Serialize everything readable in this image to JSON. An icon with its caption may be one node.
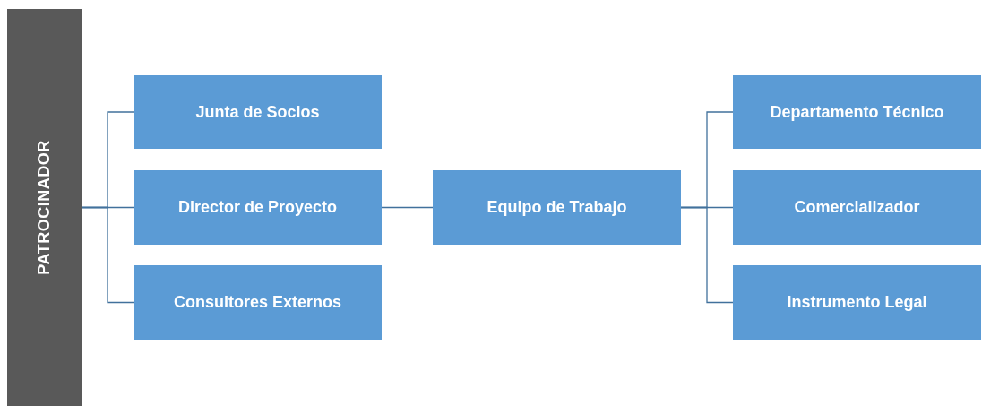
{
  "diagram": {
    "nodes": [
      {
        "text": [
          "PATROCINADOR"
        ]
      },
      {
        "text": [
          "Junta de Socios"
        ]
      },
      {
        "text": [
          "Director de Proyecto"
        ]
      },
      {
        "text": [
          "Consultores Externos"
        ]
      },
      {
        "text": [
          "Equipo de Trabajo"
        ]
      },
      {
        "text": [
          "Departamento Técnico"
        ]
      },
      {
        "text": [
          "Comercializador"
        ]
      },
      {
        "text": [
          "Instrumento Legal"
        ]
      }
    ],
    "edges": [
      {
        "from": 0,
        "to": 1,
        "arrow": "none"
      },
      {
        "from": 0,
        "to": 2,
        "arrow": "none"
      },
      {
        "from": 0,
        "to": 3,
        "arrow": "none"
      },
      {
        "from": 2,
        "to": 4,
        "arrow": "none"
      },
      {
        "from": 4,
        "to": 5,
        "arrow": "none"
      },
      {
        "from": 4,
        "to": 6,
        "arrow": "none"
      },
      {
        "from": 4,
        "to": 7,
        "arrow": "none"
      }
    ]
  }
}
